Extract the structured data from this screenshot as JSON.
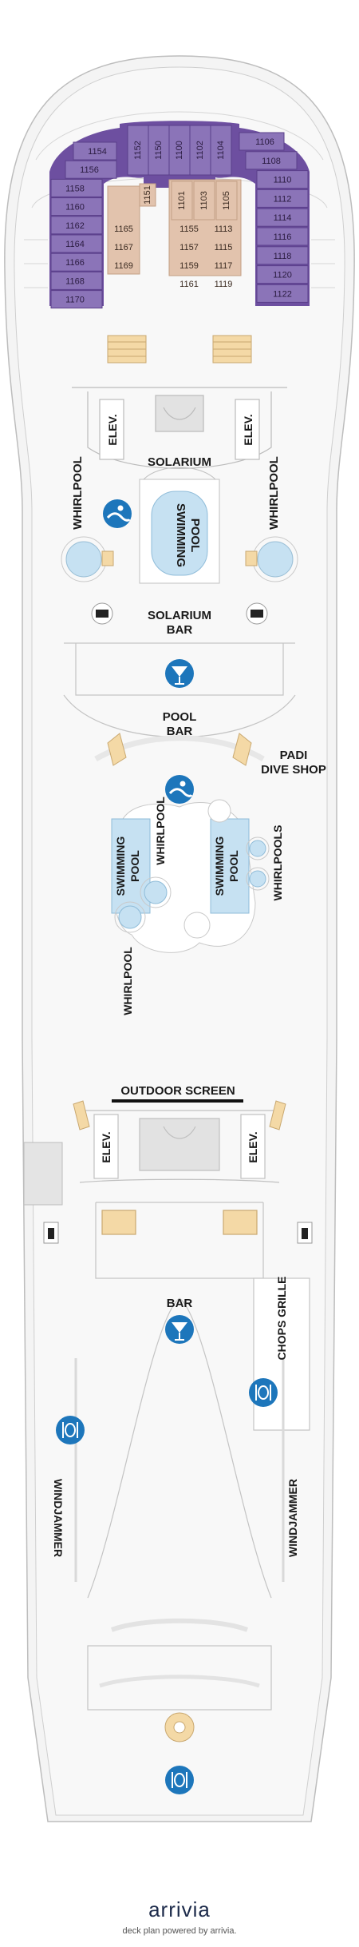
{
  "deck": {
    "colors": {
      "cabin_purple": "#6d4fa0",
      "cabin_purple_light": "#8b74b8",
      "cabin_tan": "#e2c3ad",
      "pool_blue": "#c6e1f2",
      "icon_blue": "#1d76bb",
      "hull": "#f4f4f4",
      "outline": "#bdbdbd",
      "stairs": "#f4d9a6"
    },
    "cabins": {
      "left_column": [
        "1154",
        "1156",
        "1158",
        "1160",
        "1162",
        "1164",
        "1166",
        "1168",
        "1170"
      ],
      "top_row": [
        "1152",
        "1150",
        "1100",
        "1102",
        "1104"
      ],
      "right_column": [
        "1106",
        "1108",
        "1110",
        "1112",
        "1114",
        "1116",
        "1118",
        "1120",
        "1122"
      ],
      "inner_single": "1151",
      "inner_left": [
        "1165",
        "1167",
        "1169"
      ],
      "inner_top": [
        "1101",
        "1103",
        "1105"
      ],
      "inner_mid_left": [
        "1155",
        "1157",
        "1159",
        "1161"
      ],
      "inner_mid_right": [
        "1113",
        "1115",
        "1117",
        "1119"
      ]
    },
    "labels": {
      "elev": "ELEV.",
      "solarium": "SOLARIUM",
      "whirlpool": "WHIRLPOOL",
      "swimming": "SWIMMING",
      "pool": "POOL",
      "solarium_bar_1": "SOLARIUM",
      "solarium_bar_2": "BAR",
      "pool_bar_1": "POOL",
      "pool_bar_2": "BAR",
      "padi_1": "PADI",
      "padi_2": "DIVE SHOP",
      "whirlpools": "WHIRLPOOLS",
      "outdoor_screen": "OUTDOOR SCREEN",
      "bar": "BAR",
      "chops_grille": "CHOPS GRILLE",
      "windjammer": "WINDJAMMER"
    },
    "icons": {
      "swim": "swimmer-icon",
      "cocktail": "cocktail-icon",
      "dining": "dining-icon",
      "restroom": "restroom-icon"
    }
  },
  "footer": {
    "logo": "arrivia",
    "tagline": "deck plan powered by arrivia."
  }
}
